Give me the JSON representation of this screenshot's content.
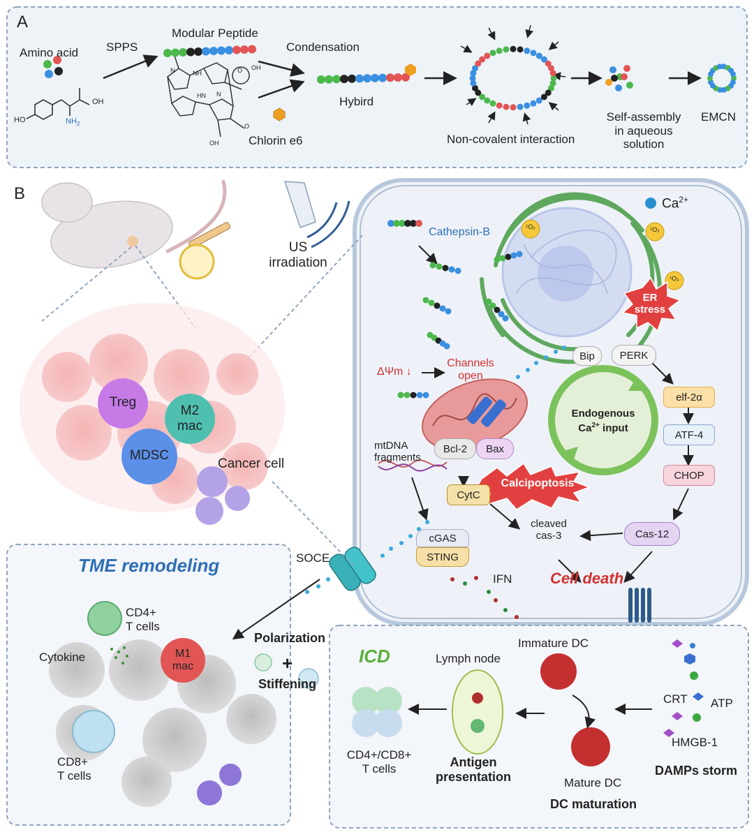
{
  "panels": {
    "a_label": "A",
    "b_label": "B"
  },
  "panel_a": {
    "amino_acid": "Amino acid",
    "nh2": "NH",
    "nh2_sub": "2",
    "oh1": "OH",
    "oh2": "HO",
    "sppps": "SPPS",
    "modular_peptide": "Modular Peptide",
    "condensation": "Condensation",
    "chlorin": "Chlorin e6",
    "hybird": "Hybird",
    "noncovalent": "Non-covalent interaction",
    "self_assembly": "Self-assembly\nin aqueous\nsolution",
    "emcn": "EMCN",
    "chem_labels": [
      "N",
      "NH",
      "HN",
      "N",
      "O",
      "OH",
      "OH",
      "O"
    ]
  },
  "panel_b": {
    "us": "US\nirradiation",
    "treg": "Treg",
    "m2": "M2\nmac",
    "mdsc": "MDSC",
    "cancer": "Cancer cell",
    "ca": "Ca",
    "ca_sup": "2+",
    "cathepsin": "Cathepsin-B",
    "singlet": "¹O₂",
    "er_stress": "ER\nstress",
    "bip": "Bip",
    "perk": "PERK",
    "dpsi": "ΔΨm",
    "channels": "Channels\nopen",
    "endogenous": "Endogenous",
    "ca_input": "input",
    "eif": "elf-2α",
    "atf": "ATF-4",
    "chop": "CHOP",
    "mtdna": "mtDNA\nfragments",
    "bcl2": "Bcl-2",
    "bax": "Bax",
    "calcipoptosis": "Calcipoptosis",
    "cytc": "CytC",
    "cleaved": "cleaved\ncas-3",
    "cas12": "Cas-12",
    "cgas": "cGAS",
    "sting": "STING",
    "soce": "SOCE",
    "ifn": "IFN",
    "cell_death": "Cell death"
  },
  "tme": {
    "title": "TME remodeling",
    "cd4": "CD4+\nT cells",
    "cytokine": "Cytokine",
    "m1": "M1\nmac",
    "cd8": "CD8+\nT cells",
    "polarization": "Polarization",
    "plus": "+",
    "stiffening": "Stiffening"
  },
  "icd": {
    "title": "ICD",
    "lymph": "Lymph node",
    "immature": "Immature DC",
    "mature": "Mature DC",
    "dc_maturation": "DC maturation",
    "antigen": "Antigen\npresentation",
    "cd48": "CD4+/CD8+\nT cells",
    "crt": "CRT",
    "atp": "ATP",
    "hmgb": "HMGB-1",
    "damps": "DAMPs storm"
  },
  "colors": {
    "green": "#4cb84c",
    "blue": "#3a8fe0",
    "black": "#222222",
    "red": "#e25555",
    "orange": "#f0a020",
    "panel_border": "#8fa4bf",
    "accent_blue": "#2f6fb5",
    "accent_red": "#d33030",
    "accent_green": "#5aae3a"
  }
}
